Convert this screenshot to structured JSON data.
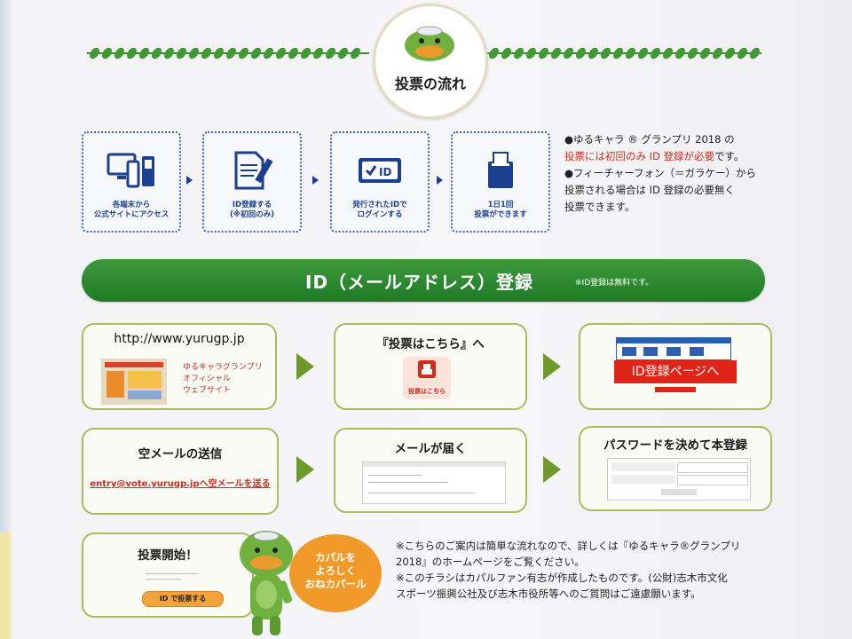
{
  "header": {
    "title": "投票の流れ"
  },
  "steps": [
    {
      "caption": [
        "各端末から",
        "公式サイトにアクセス"
      ],
      "icon": "devices-icon"
    },
    {
      "caption": [
        "ID登録する",
        "(※初回のみ)"
      ],
      "icon": "document-icon"
    },
    {
      "caption": [
        "発行されたIDで",
        "ログインする"
      ],
      "icon": "id-card-icon"
    },
    {
      "caption": [
        "1日1回",
        "投票ができます"
      ],
      "icon": "ballot-box-icon"
    }
  ],
  "notes": {
    "line1_pre": "●ゆるキャラ ® グランプリ 2018 の",
    "line2_red": "投票には初回のみ ID 登録が必要",
    "line2_post": "です。",
    "line3": "●フィーチャーフォン（＝ガラケー）から",
    "line4": "投票される場合は ID 登録の必要無く",
    "line5": "投票できます。"
  },
  "banner": {
    "title": "ID（メールアドレス）登録",
    "sub": "※ID登録は無料です。"
  },
  "reg_steps": {
    "s1": {
      "url": "http://www.yurugp.jp",
      "desc": [
        "ゆるキャラグランプリ",
        "オフィシャル",
        "ウェブサイト"
      ]
    },
    "s2": {
      "title": "『投票はこちら』へ",
      "btn": "投票はこちら"
    },
    "s3": {
      "btn": "ID登録ページへ"
    },
    "s4": {
      "title": "空メールの送信",
      "email": "entry@vote.yurugp.jpへ空メールを送る"
    },
    "s5": {
      "title": "メールが届く"
    },
    "s6": {
      "title": "パスワードを決めて本登録"
    },
    "s7": {
      "title": "投票開始！",
      "btn": "で投票する",
      "btn_prefix": "ID"
    }
  },
  "bubble": {
    "lines": [
      "カパルを",
      "よろしく",
      "おねカパール"
    ]
  },
  "footnote": {
    "line1": "※こちらのご案内は簡単な流れなので、詳しくは『ゆるキャラ®グランプリ",
    "line2": "2018』のホームページをご覧ください。",
    "line3": "※このチラシはカパルファン有志が作成したものです。(公財)志木市文化",
    "line4": "スポーツ振興公社及び志木市役所等へのご質問はご遠慮願います。"
  },
  "colors": {
    "green": "#2b8a2e",
    "blue": "#1c3f8f",
    "red": "#d42a1a",
    "orange": "#f19a2a"
  }
}
